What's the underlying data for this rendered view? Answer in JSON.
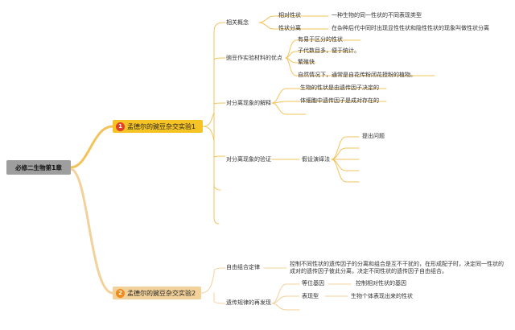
{
  "root": {
    "label": "必修二生物第1章",
    "number_color": "#e0402a"
  },
  "colors": {
    "line": "#f3c35b",
    "branch1": "#f6c324",
    "branch2": "#f2d19a",
    "root": "#9e9e9e"
  },
  "branch1": {
    "number": "1",
    "title": "孟德尔的豌豆杂交实验1",
    "topics": {
      "concepts": {
        "label": "相关概念",
        "items": [
          {
            "term": "相对性状",
            "definition": "一种生物的同一性状的不同表现类型"
          },
          {
            "term": "性状分离",
            "definition": "在杂种后代中同时出现显性性状和隐性性状的现象叫做性状分离"
          }
        ]
      },
      "advantages": {
        "label": "豌豆作实验材料的优点",
        "items": [
          "有易于区分的性状",
          "子代数目多，便于统计。",
          "繁殖快",
          "自然情况下，通常是自花传粉闭花授粉的植物。"
        ]
      },
      "explanation": {
        "label": "对分离现象的解释",
        "items": [
          "生物的性状是由遗传因子决定的",
          "体细胞中遗传因子是成对存在的"
        ]
      },
      "verification": {
        "label": "对分离现象的验证",
        "method": "假设演绎法",
        "steps": [
          "提出问题"
        ]
      }
    }
  },
  "branch2": {
    "number": "2",
    "title": "孟德尔的豌豆杂交实验2",
    "topics": {
      "law": {
        "label": "自由组合定律",
        "text": "控制不同性状的遗传因子的分离和组合是互不干扰的，在形成配子时，决定同一性状的成对的遗传因子彼此分离，决定不同性状的遗传因子自由组合。"
      },
      "rediscovery": {
        "label": "遗传规律的再发现",
        "items": [
          {
            "term": "等位基因",
            "definition": "控制相对性状的基因"
          },
          {
            "term": "表现型",
            "definition": "生物个体表现出来的性状"
          }
        ]
      }
    }
  }
}
